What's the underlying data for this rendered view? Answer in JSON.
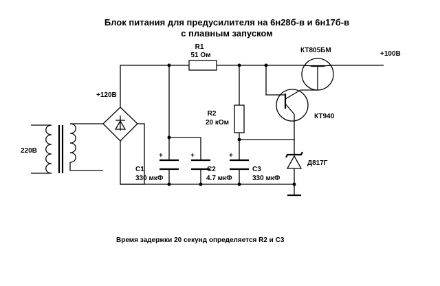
{
  "title": {
    "line1": "Блок питания для предусилителя на 6н28б-в и 6н17б-в",
    "line2": "с плавным запуском"
  },
  "labels": {
    "r1_name": "R1",
    "r1_value": "51 Ом",
    "r2_name": "R2",
    "r2_value": "20 кОм",
    "c1_name": "C1",
    "c1_value": "330 мкФ",
    "c2_name": "C2",
    "c2_value": "4.7 мкФ",
    "c3_name": "C3",
    "c3_value": "330 мкФ",
    "q1_name": "КТ805БМ",
    "q2_name": "КТ940",
    "zener_name": "Д817Г",
    "input_voltage": "220В",
    "rectified_voltage": "+120В",
    "output_voltage": "+100В",
    "plus": "+"
  },
  "note": "Время задержки 20 секунд определяется R2 и C3"
}
